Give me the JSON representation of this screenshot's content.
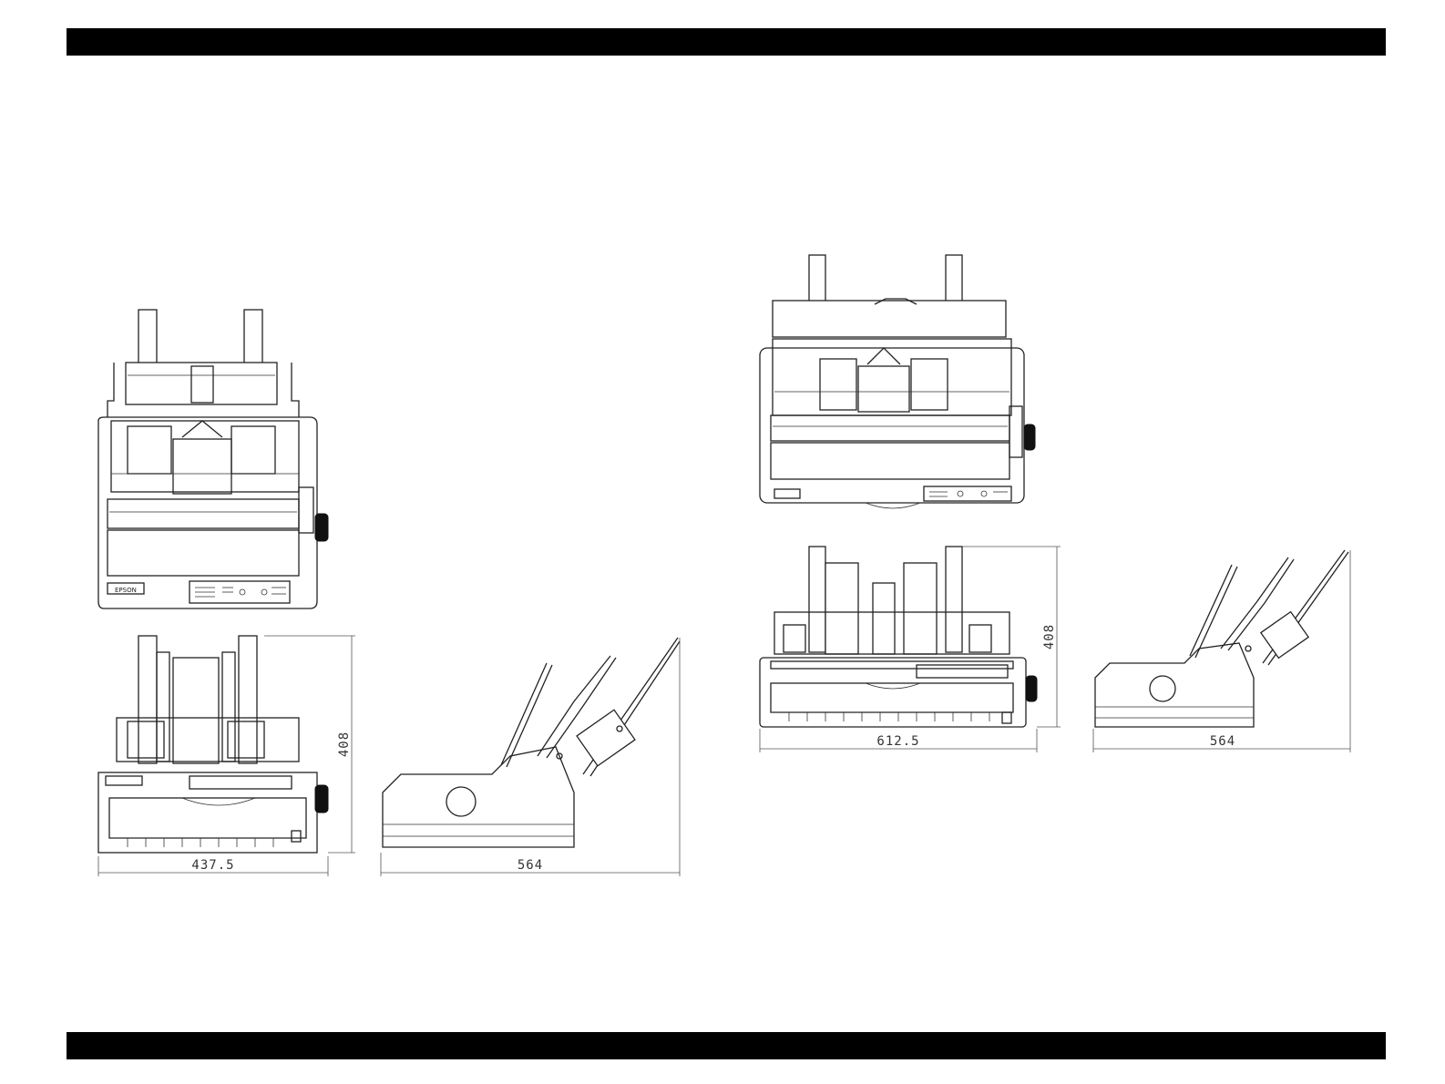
{
  "header_bar": {
    "color": "#000000"
  },
  "footer_bar": {
    "color": "#000000"
  },
  "figure_left": {
    "width_label": "437.5",
    "depth_label": "564",
    "height_label": "408",
    "logo_text": "EPSON"
  },
  "figure_right": {
    "width_label": "612.5",
    "depth_label": "564",
    "height_label": "408"
  }
}
